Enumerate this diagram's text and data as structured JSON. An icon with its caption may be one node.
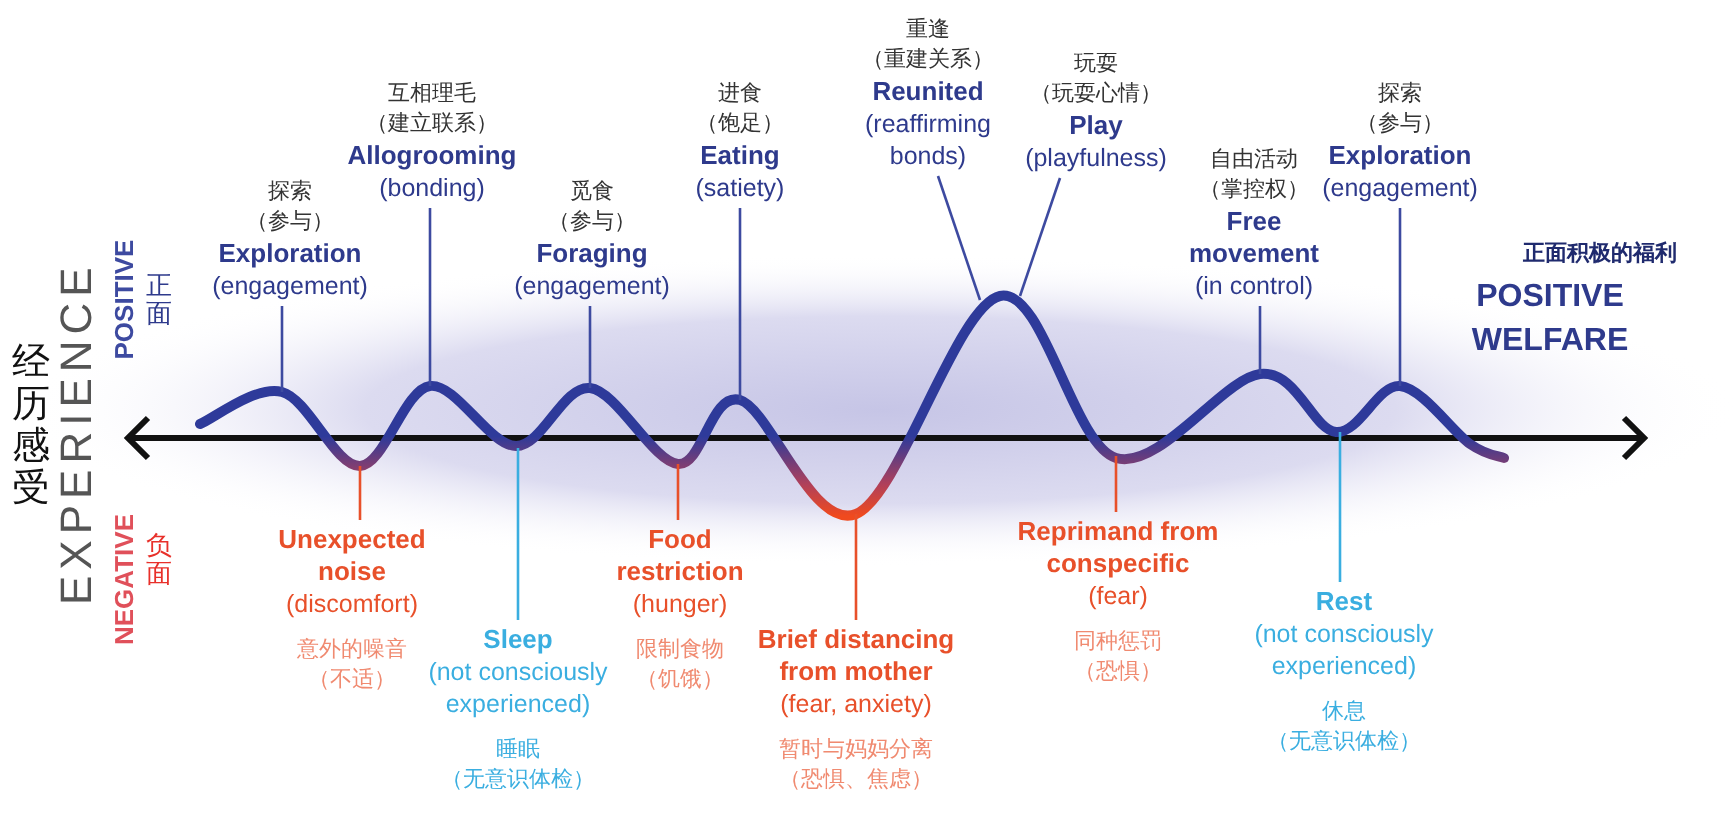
{
  "diagram": {
    "nodes": [
      {
        "text": [
          "探索",
          "（参与）",
          "Exploration",
          "(engagement)"
        ]
      },
      {
        "text": [
          "互相理毛",
          "（建立联系）",
          "Allogrooming",
          "(bonding)"
        ]
      },
      {
        "text": [
          "觅食",
          "（参与）",
          "Foraging",
          "(engagement)"
        ]
      },
      {
        "text": [
          "进食",
          "（饱足）",
          "Eating",
          "(satiety)"
        ]
      },
      {
        "text": [
          "重逢",
          "（重建关系）",
          "Reunited",
          "(reaffirming bonds)"
        ]
      },
      {
        "text": [
          "玩耍",
          "（玩耍心情）",
          "Play",
          "(playfulness)"
        ]
      },
      {
        "text": [
          "自由活动",
          "（掌控权）",
          "Free movement",
          "(in control)"
        ]
      },
      {
        "text": [
          "探索",
          "（参与）",
          "Exploration",
          "(engagement)"
        ]
      },
      {
        "text": [
          "Unexpected noise",
          "(discomfort)",
          "意外的噪音",
          "（不适）"
        ]
      },
      {
        "text": [
          "Sleep",
          "(not consciously experienced)",
          "睡眠",
          "（无意识体检）"
        ]
      },
      {
        "text": [
          "Food restriction",
          "(hunger)",
          "限制食物",
          "（饥饿）"
        ]
      },
      {
        "text": [
          "Brief distancing from mother",
          "(fear, anxiety)",
          "暂时与妈妈分离",
          "（恐惧、焦虑）"
        ]
      },
      {
        "text": [
          "Reprimand from conspecific",
          "(fear)",
          "同种惩罚",
          "（恐惧）"
        ]
      },
      {
        "text": [
          "Rest",
          "(not consciously experienced)",
          "休息",
          "（无意识体检）"
        ]
      }
    ],
    "edges": [
      {
        "from": 0,
        "to": null,
        "arrow": "none"
      },
      {
        "from": 1,
        "to": null,
        "arrow": "none"
      },
      {
        "from": 2,
        "to": null,
        "arrow": "none"
      },
      {
        "from": 3,
        "to": null,
        "arrow": "none"
      },
      {
        "from": 4,
        "to": null,
        "arrow": "none"
      },
      {
        "from": 5,
        "to": null,
        "arrow": "none"
      },
      {
        "from": 6,
        "to": null,
        "arrow": "none"
      },
      {
        "from": 7,
        "to": null,
        "arrow": "none"
      },
      {
        "from": 8,
        "to": null,
        "arrow": "none",
        "color": "#e8502a"
      },
      {
        "from": 9,
        "to": null,
        "arrow": "none",
        "color": "#3aaee0"
      },
      {
        "from": 10,
        "to": null,
        "arrow": "none",
        "color": "#e8502a"
      },
      {
        "from": 11,
        "to": null,
        "arrow": "none",
        "color": "#e8502a"
      },
      {
        "from": 12,
        "to": null,
        "arrow": "none",
        "color": "#e8502a"
      },
      {
        "from": 13,
        "to": null,
        "arrow": "none",
        "color": "#3aaee0"
      }
    ],
    "labels": [
      "经历感受",
      "EXPERIENCE",
      "POSITIVE",
      "正面",
      "NEGATIVE",
      "负面",
      "正面积极的福利",
      "POSITIVE WELFARE"
    ]
  }
}
